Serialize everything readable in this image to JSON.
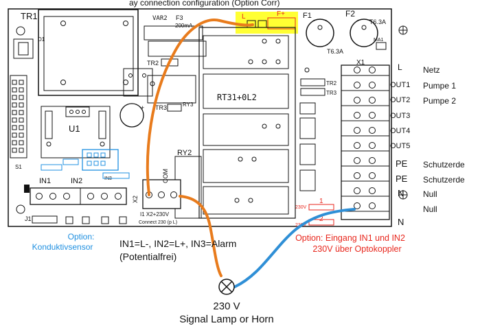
{
  "top_caption": "ay connection configuration (Option Corr)",
  "board": {
    "labels": {
      "tr1": "TR1",
      "d1": "D1",
      "var2": "VAR2",
      "f3": "F3",
      "f3_rating": "200mA",
      "l": "L",
      "fplus": "F+",
      "f1": "F1",
      "f2": "F2",
      "t63a_right": "T6.3A",
      "t63a_under": "T6.3A",
      "ma1": "MA1",
      "x1": "X1",
      "tr2": "TR2",
      "rt31": "RT31+0L2",
      "ry3": "RY3",
      "tr3": "TR3",
      "tr2b": "TR2",
      "tr3b": "TR3",
      "u1": "U1",
      "s1": "S1",
      "ry2": "RY2",
      "in1": "IN1",
      "in2": "IN2",
      "in3": "IN3",
      "j1": "J1",
      "com": "COM",
      "x2": "X2",
      "x2_bottom": "I1 X2+230V",
      "connect": "Connect 230 (p L)",
      "num1": "1",
      "num2": "2",
      "v230a": "230V",
      "v230b": "230V"
    }
  },
  "terminals": [
    {
      "code": "L",
      "desc": "Netz"
    },
    {
      "code": "OUT1",
      "desc": "Pumpe 1"
    },
    {
      "code": "OUT2",
      "desc": "Pumpe 2"
    },
    {
      "code": "OUT3",
      "desc": ""
    },
    {
      "code": "OUT4",
      "desc": ""
    },
    {
      "code": "OUT5",
      "desc": ""
    },
    {
      "code": "PE",
      "desc": "Schutzerde"
    },
    {
      "code": "PE",
      "desc": "Schutzerde"
    },
    {
      "code": "N",
      "desc": "Null"
    },
    {
      "code": "N",
      "desc": "Null"
    }
  ],
  "captions": {
    "option_left_1": "Option:",
    "option_left_2": "Konduktivsensor",
    "inputs_1": "IN1=L-, IN2=L+, IN3=Alarm",
    "inputs_2": "(Potentialfrei)",
    "option_right_1": "Option: Eingang IN1 und IN2",
    "option_right_2": "230V über Optokoppler",
    "lamp_1": "230 V",
    "lamp_2": "Signal Lamp or Horn"
  },
  "colors": {
    "wire_orange": "#e87b1c",
    "wire_blue": "#2f8fd6",
    "highlight_yellow": "#ffff33",
    "option_blue": "#1e8fe0",
    "option_red": "#e8261c",
    "outline": "#111111"
  }
}
